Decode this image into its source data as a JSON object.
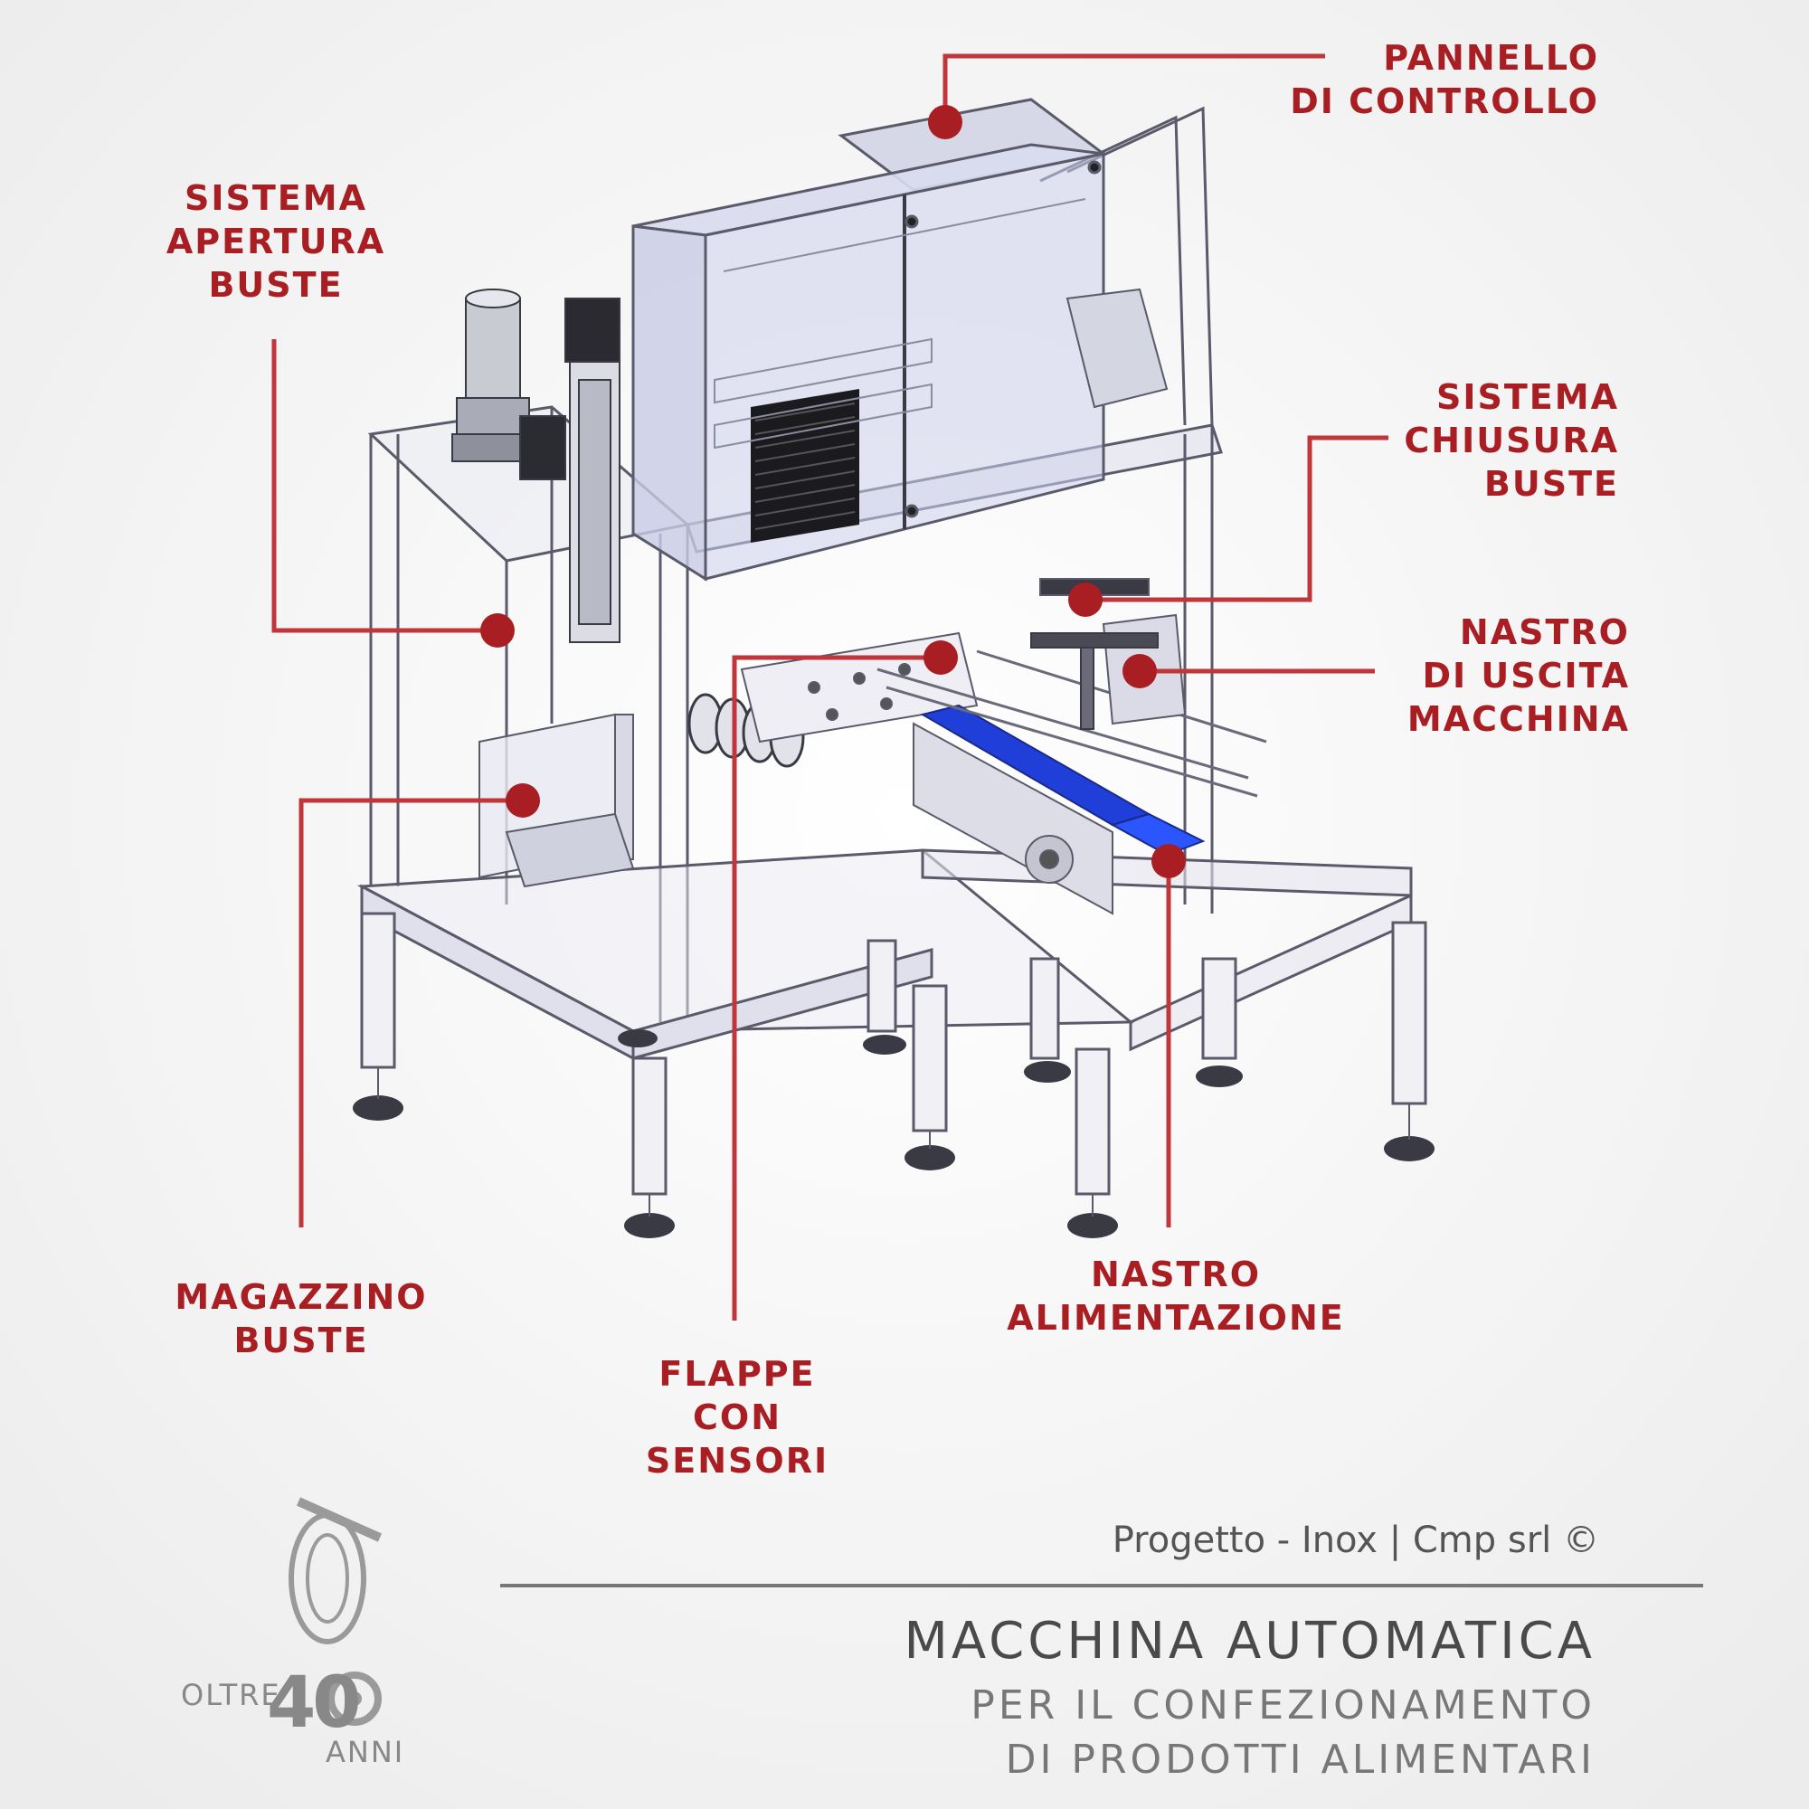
{
  "callouts": {
    "pannello": {
      "lines": [
        "PANNELLO",
        "DI CONTROLLO"
      ]
    },
    "apertura": {
      "lines": [
        "SISTEMA",
        "APERTURA",
        "BUSTE"
      ]
    },
    "chiusura": {
      "lines": [
        "SISTEMA",
        "CHIUSURA",
        "BUSTE"
      ]
    },
    "uscita": {
      "lines": [
        "NASTRO",
        "DI USCITA",
        "MACCHINA"
      ]
    },
    "magazzino": {
      "lines": [
        "MAGAZZINO",
        "BUSTE"
      ]
    },
    "flappe": {
      "lines": [
        "FLAPPE",
        "CON",
        "SENSORI"
      ]
    },
    "alimentazione": {
      "lines": [
        "NASTRO",
        "ALIMENTAZIONE"
      ]
    }
  },
  "credit": "Progetto - Inox | Cmp srl ©",
  "title": "MACCHINA AUTOMATICA",
  "subtitle_line1": "PER IL CONFEZIONAMENTO",
  "subtitle_line2": "DI PRODOTTI ALIMENTARI",
  "logo": {
    "top_text": "OLTRE",
    "number": "40",
    "bottom_text": "ANNI"
  },
  "colors": {
    "accent": "#a81e22",
    "frame": "#5a5a6a",
    "belt": "#1f3fd8",
    "glass": "#cdd2ec"
  }
}
